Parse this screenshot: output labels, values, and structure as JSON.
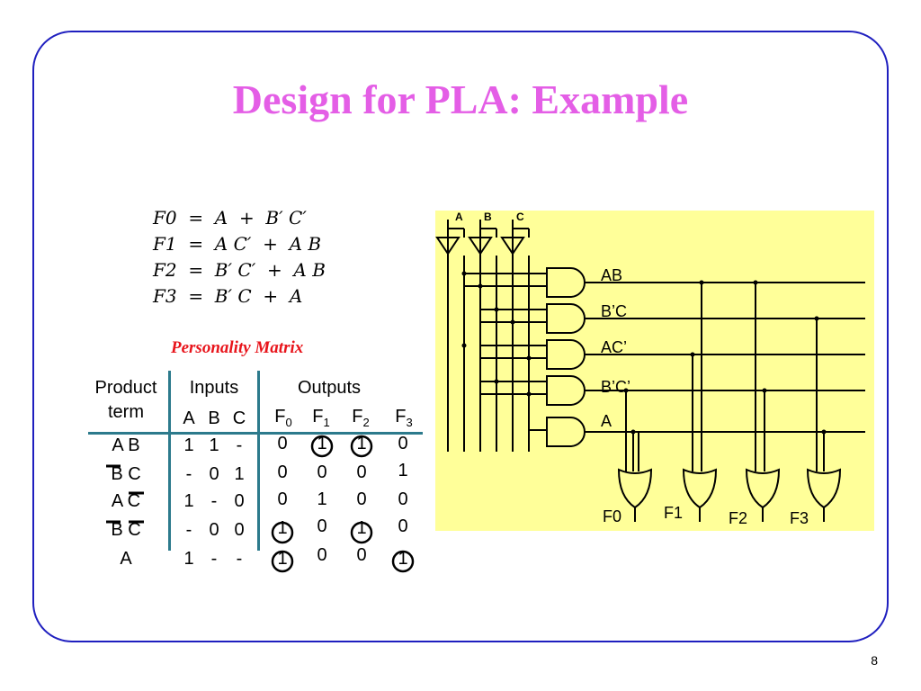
{
  "title": "Design for PLA: Example",
  "equations": [
    "F0  =  A  +  B′ C′",
    "F1  =  A C′  +  A B",
    "F2  =  B′ C′  +  A B",
    "F3  =  B′ C  +  A"
  ],
  "personality_matrix": {
    "title": "Personality Matrix",
    "headers": {
      "product": "Product",
      "term": "term",
      "inputs": "Inputs",
      "outputs": "Outputs",
      "input_cols": [
        "A",
        "B",
        "C"
      ],
      "output_cols": [
        "F",
        "F",
        "F",
        "F"
      ],
      "output_subs": [
        "0",
        "1",
        "2",
        "3"
      ]
    },
    "rows": [
      {
        "term": "A B",
        "inputs": [
          "1",
          "1",
          "-"
        ],
        "outputs": [
          "0",
          "1",
          "1",
          "0"
        ],
        "circled": [
          false,
          true,
          true,
          false
        ]
      },
      {
        "term": "B C",
        "inputs": [
          "-",
          "0",
          "1"
        ],
        "outputs": [
          "0",
          "0",
          "0",
          "1"
        ],
        "circled": [
          false,
          false,
          false,
          false
        ]
      },
      {
        "term": "A C",
        "inputs": [
          "1",
          "-",
          "0"
        ],
        "outputs": [
          "0",
          "1",
          "0",
          "0"
        ],
        "circled": [
          false,
          false,
          false,
          false
        ]
      },
      {
        "term": "B C",
        "inputs": [
          "-",
          "0",
          "0"
        ],
        "outputs": [
          "1",
          "0",
          "1",
          "0"
        ],
        "circled": [
          true,
          false,
          true,
          false
        ]
      },
      {
        "term": "A",
        "inputs": [
          "1",
          "-",
          "-"
        ],
        "outputs": [
          "1",
          "0",
          "0",
          "1"
        ],
        "circled": [
          true,
          false,
          false,
          true
        ]
      }
    ]
  },
  "pla": {
    "inputs": [
      "A",
      "B",
      "C"
    ],
    "product_terms": [
      "AB",
      "B’C",
      "AC’",
      "B’C’",
      "A"
    ],
    "outputs": [
      "F0",
      "F1",
      "F2",
      "F3"
    ],
    "colors": {
      "background": "#ffff99",
      "wire": "#000000"
    }
  },
  "page_number": "8"
}
